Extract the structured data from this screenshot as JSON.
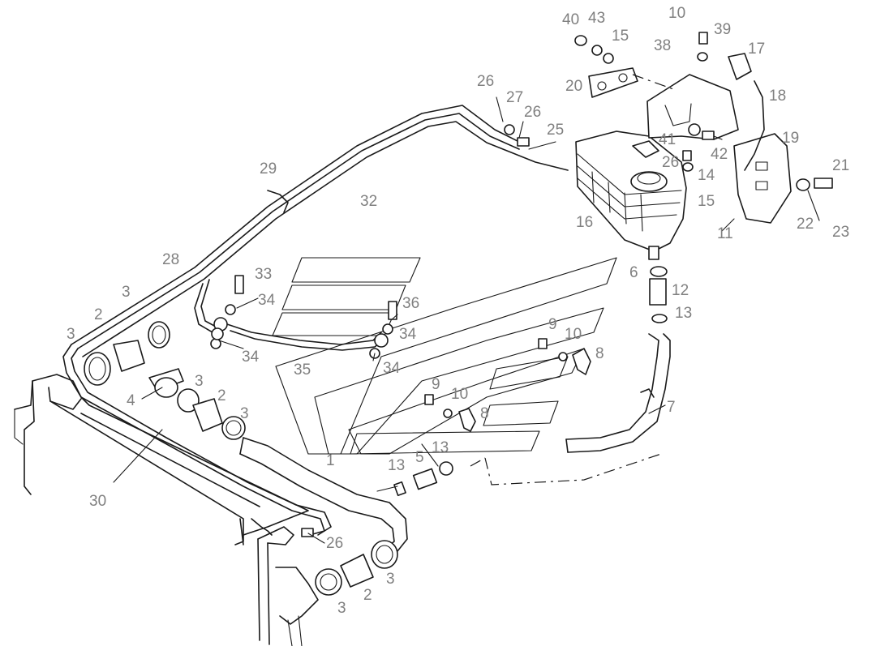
{
  "diagram": {
    "type": "exploded-parts-view",
    "callouts": [
      {
        "id": "c40",
        "text": "40"
      },
      {
        "id": "c43",
        "text": "43"
      },
      {
        "id": "c15a",
        "text": "15"
      },
      {
        "id": "c10a",
        "text": "10"
      },
      {
        "id": "c39",
        "text": "39"
      },
      {
        "id": "c38",
        "text": "38"
      },
      {
        "id": "c17",
        "text": "17"
      },
      {
        "id": "c20",
        "text": "20"
      },
      {
        "id": "c18",
        "text": "18"
      },
      {
        "id": "c26a",
        "text": "26"
      },
      {
        "id": "c27",
        "text": "27"
      },
      {
        "id": "c26b",
        "text": "26"
      },
      {
        "id": "c25",
        "text": "25"
      },
      {
        "id": "c41",
        "text": "41"
      },
      {
        "id": "c42",
        "text": "42"
      },
      {
        "id": "c19",
        "text": "19"
      },
      {
        "id": "c26c",
        "text": "26"
      },
      {
        "id": "c14",
        "text": "14"
      },
      {
        "id": "c21",
        "text": "21"
      },
      {
        "id": "c29",
        "text": "29"
      },
      {
        "id": "c32",
        "text": "32"
      },
      {
        "id": "c15b",
        "text": "15"
      },
      {
        "id": "c16",
        "text": "16"
      },
      {
        "id": "c22",
        "text": "22"
      },
      {
        "id": "c23",
        "text": "23"
      },
      {
        "id": "c11",
        "text": "11"
      },
      {
        "id": "c28",
        "text": "28"
      },
      {
        "id": "c33",
        "text": "33"
      },
      {
        "id": "c6",
        "text": "6"
      },
      {
        "id": "c12",
        "text": "12"
      },
      {
        "id": "c34a",
        "text": "34"
      },
      {
        "id": "c36",
        "text": "36"
      },
      {
        "id": "c3a",
        "text": "3"
      },
      {
        "id": "c13a",
        "text": "13"
      },
      {
        "id": "c2a",
        "text": "2"
      },
      {
        "id": "c9a",
        "text": "9"
      },
      {
        "id": "c10b",
        "text": "10"
      },
      {
        "id": "c34b",
        "text": "34"
      },
      {
        "id": "c3b",
        "text": "3"
      },
      {
        "id": "c8a",
        "text": "8"
      },
      {
        "id": "c34c",
        "text": "34"
      },
      {
        "id": "c35",
        "text": "35"
      },
      {
        "id": "c34d",
        "text": "34"
      },
      {
        "id": "c3c",
        "text": "3"
      },
      {
        "id": "c4",
        "text": "4"
      },
      {
        "id": "c2b",
        "text": "2"
      },
      {
        "id": "c9b",
        "text": "9"
      },
      {
        "id": "c10c",
        "text": "10"
      },
      {
        "id": "c7",
        "text": "7"
      },
      {
        "id": "c3d",
        "text": "3"
      },
      {
        "id": "c8b",
        "text": "8"
      },
      {
        "id": "c13b",
        "text": "13"
      },
      {
        "id": "c1",
        "text": "1"
      },
      {
        "id": "c5",
        "text": "5"
      },
      {
        "id": "c13c",
        "text": "13"
      },
      {
        "id": "c30",
        "text": "30"
      },
      {
        "id": "c26d",
        "text": "26"
      },
      {
        "id": "c3e",
        "text": "3"
      },
      {
        "id": "c2c",
        "text": "2"
      },
      {
        "id": "c3f",
        "text": "3"
      }
    ]
  }
}
